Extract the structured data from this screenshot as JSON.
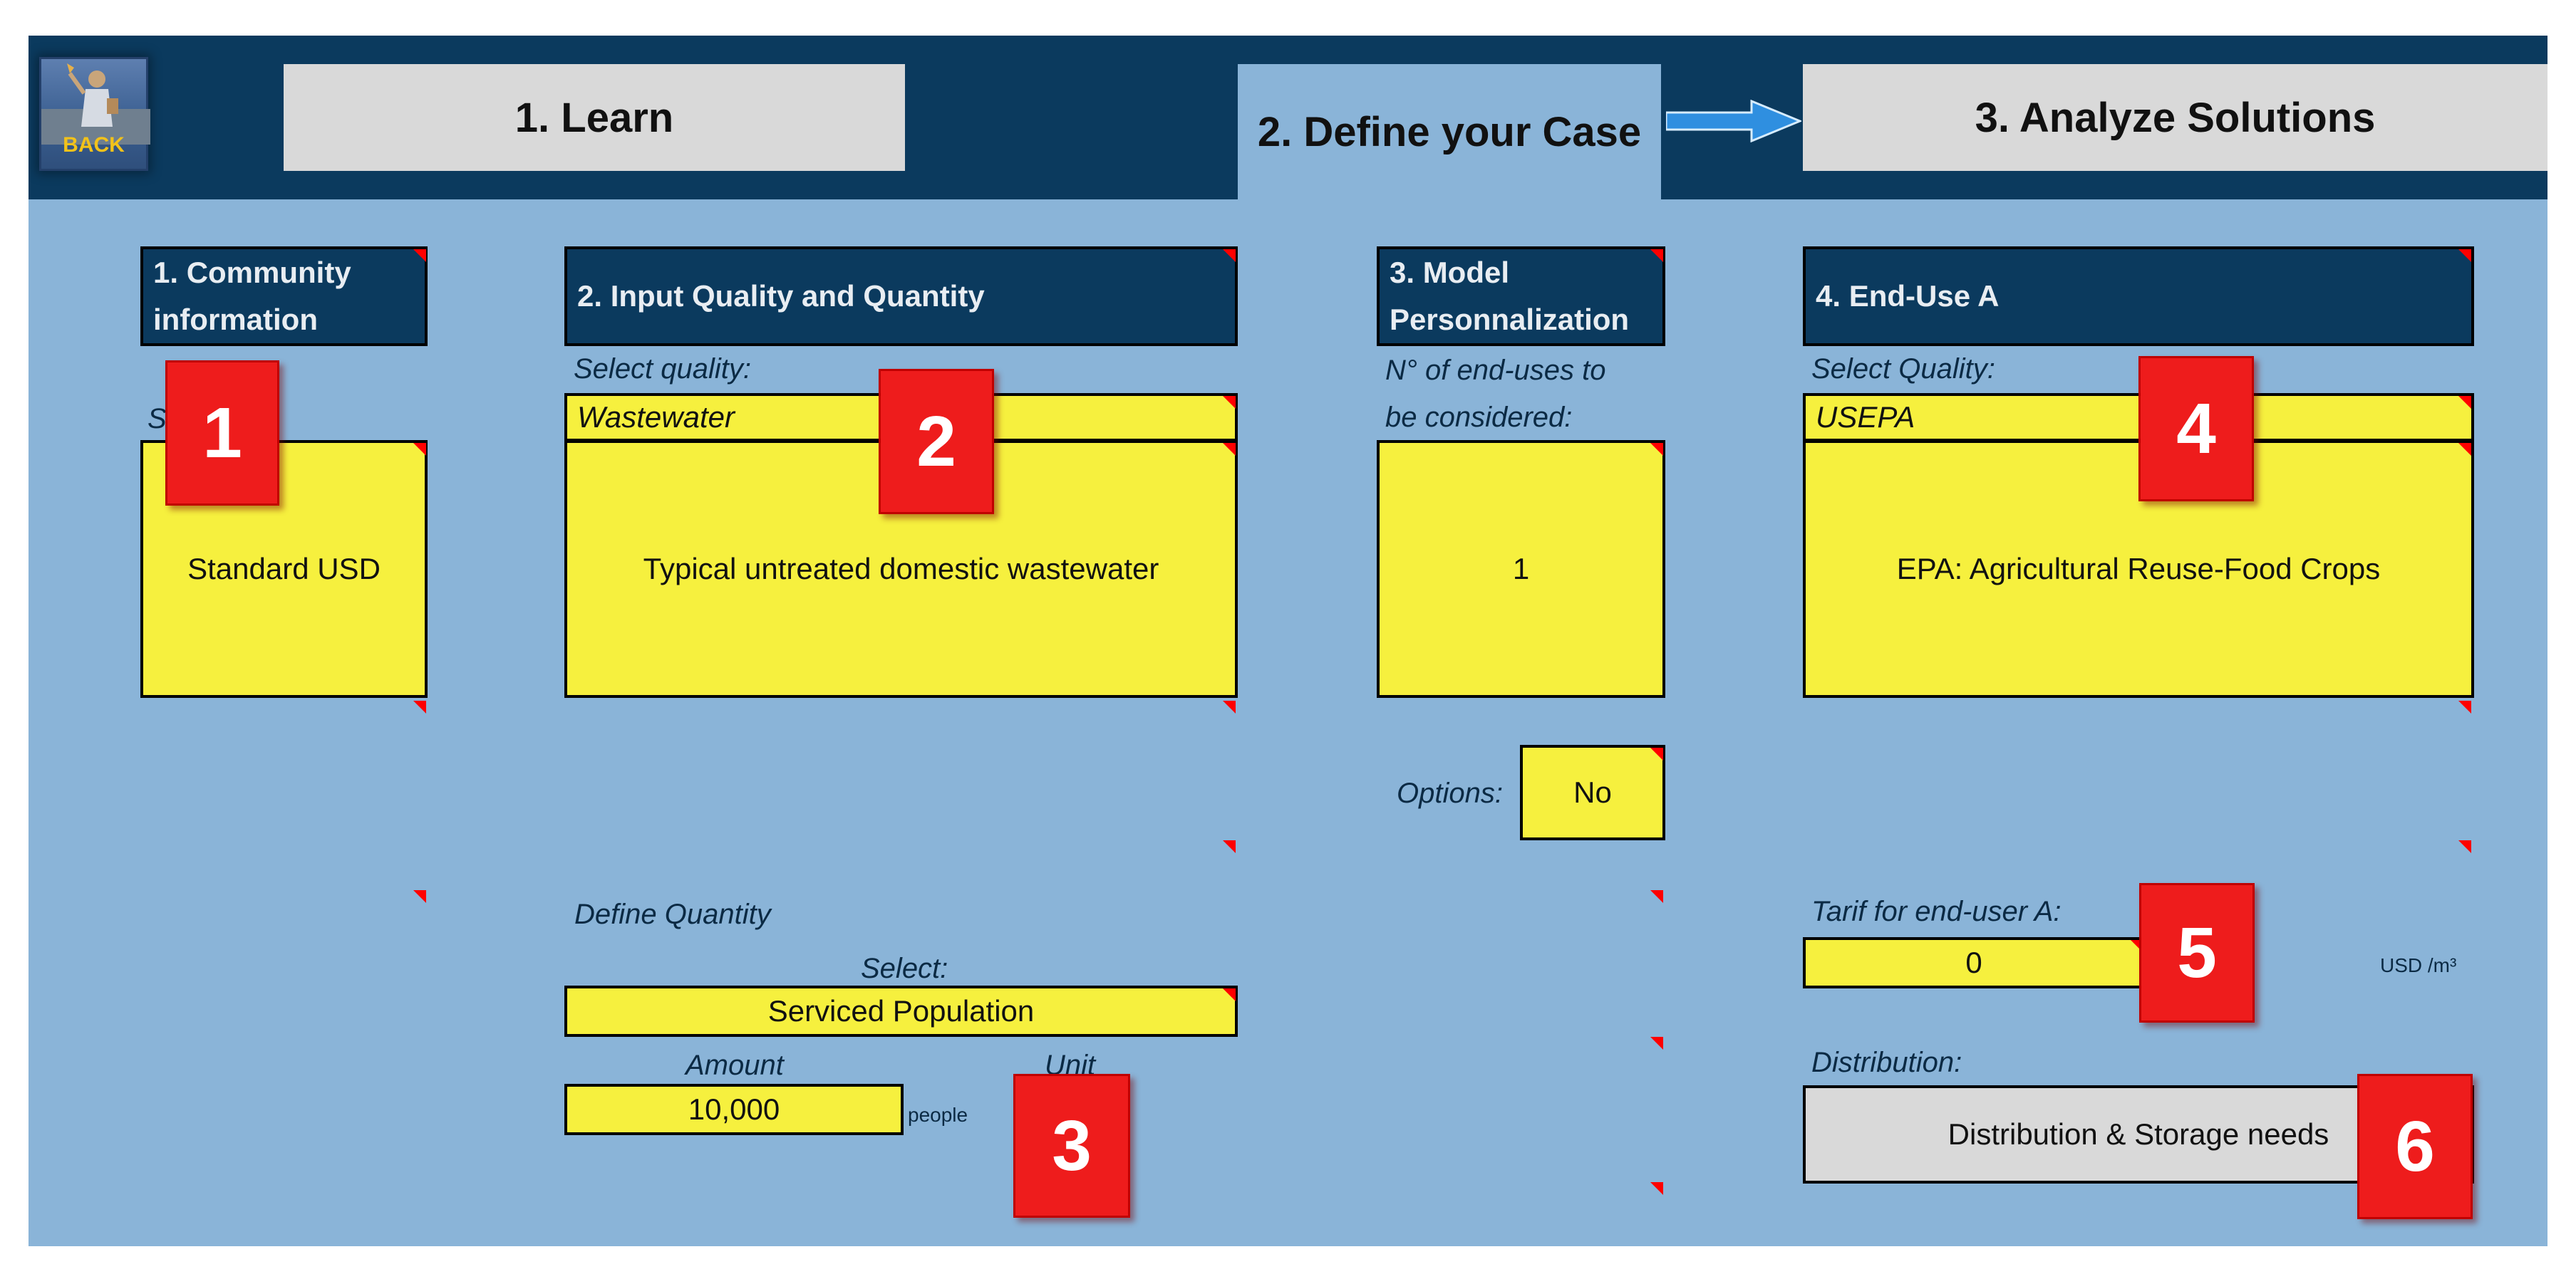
{
  "nav": {
    "back_label": "BACK",
    "tabs": [
      {
        "label": "1. Learn"
      },
      {
        "label": "2. Define your Case"
      },
      {
        "label": "3. Analyze Solutions"
      }
    ]
  },
  "sections": {
    "community": {
      "header": "1. Community information",
      "select_label": "Select:",
      "value": "Standard USD"
    },
    "input_quality": {
      "header": "2. Input Quality and Quantity",
      "select_label": "Select quality:",
      "quality": "Wastewater",
      "description": "Typical untreated domestic wastewater",
      "define_quantity_label": "Define Quantity",
      "select_label_2": "Select:",
      "quantity_type": "Serviced Population",
      "amount_label": "Amount",
      "unit_label": "Unit",
      "amount": "10,000",
      "unit": "people"
    },
    "model": {
      "header": "3. Model Personnalization",
      "enduses_label_1": "N° of end-uses to",
      "enduses_label_2": "be considered:",
      "enduses_value": "1",
      "options_label": "Options:",
      "options_value": "No"
    },
    "enduse_a": {
      "header": "4. End-Use A",
      "select_label": "Select Quality:",
      "quality": "USEPA",
      "description": "EPA: Agricultural Reuse-Food Crops",
      "tariff_label": "Tarif for end-user A:",
      "tariff_value": "0",
      "tariff_unit": "USD /m³",
      "distribution_label": "Distribution:",
      "distribution_button": "Distribution & Storage needs"
    }
  },
  "badges": [
    "1",
    "2",
    "3",
    "4",
    "5",
    "6"
  ],
  "colors": {
    "header_bg": "#0b3a5e",
    "panel_bg": "#8ab4d8",
    "input_bg": "#f6f03e",
    "tab_bg": "#d9d9d9",
    "badge_bg": "#ee1c1c",
    "arrow": "#2f8fe0"
  }
}
